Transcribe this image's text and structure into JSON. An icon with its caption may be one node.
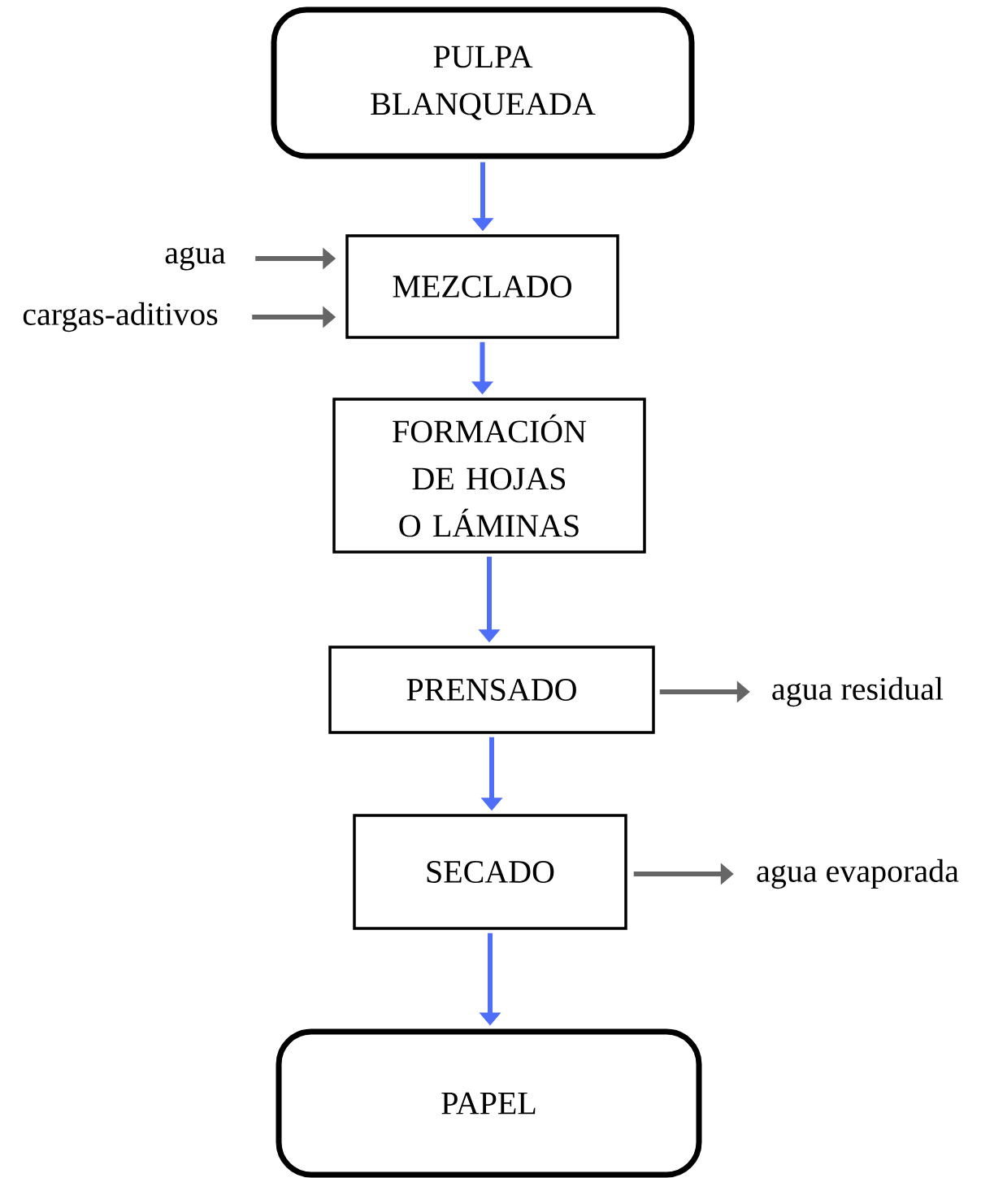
{
  "diagram": {
    "nodes": [
      {
        "text": [
          "PULPA BLANQUEADA"
        ]
      },
      {
        "text": [
          "agua"
        ]
      },
      {
        "text": [
          "cargas-aditivos"
        ]
      },
      {
        "text": [
          "MEZCLADO"
        ]
      },
      {
        "text": [
          "FORMACIÓN DE HOJAS O LÁMINAS"
        ]
      },
      {
        "text": [
          "PRENSADO"
        ]
      },
      {
        "text": [
          "agua residual"
        ]
      },
      {
        "text": [
          "SECADO"
        ]
      },
      {
        "text": [
          "agua evaporada"
        ]
      },
      {
        "text": [
          "PAPEL"
        ]
      }
    ],
    "edges": [
      {
        "from": 0,
        "to": 3,
        "arrow": "to"
      },
      {
        "from": 1,
        "to": 3,
        "arrow": "to",
        "color": "#666666"
      },
      {
        "from": 2,
        "to": 3,
        "arrow": "to",
        "color": "#666666"
      },
      {
        "from": 3,
        "to": 4,
        "arrow": "to"
      },
      {
        "from": 4,
        "to": 5,
        "arrow": "to"
      },
      {
        "from": 5,
        "to": 6,
        "arrow": "to",
        "color": "#666666"
      },
      {
        "from": 5,
        "to": 7,
        "arrow": "to"
      },
      {
        "from": 7,
        "to": 8,
        "arrow": "to",
        "color": "#666666"
      },
      {
        "from": 7,
        "to": 9,
        "arrow": "to"
      }
    ]
  }
}
